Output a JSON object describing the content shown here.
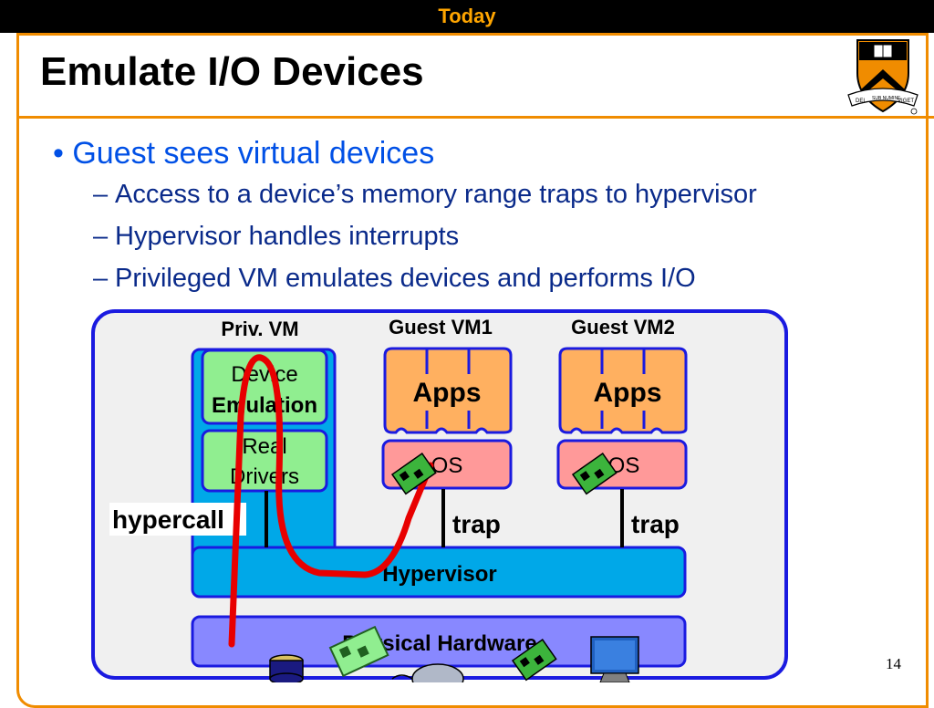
{
  "header": {
    "section": "Today"
  },
  "slide": {
    "title": "Emulate I/O Devices",
    "page_number": "14"
  },
  "bullets": {
    "main": "Guest sees virtual devices",
    "sub": [
      "Access to a device’s memory range traps to hypervisor",
      "Hypervisor handles interrupts",
      "Privileged VM emulates devices and performs I/O"
    ]
  },
  "diagram": {
    "priv_vm_label": "Priv. VM",
    "guest1_label": "Guest VM1",
    "guest2_label": "Guest VM2",
    "device_emulation": [
      "Device",
      "Emulation"
    ],
    "real_drivers": [
      "Real",
      "Drivers"
    ],
    "apps": "Apps",
    "os": "OS",
    "hypercall": "hypercall",
    "trap": "trap",
    "hypervisor": "Hypervisor",
    "physical_hardware": "Physical Hardware",
    "crest_text": [
      "DEI",
      "SUB NUMINE",
      "VIGET"
    ]
  },
  "colors": {
    "accent": "#f08c00",
    "title_text": "#000000",
    "bullet_main": "#0050e6",
    "bullet_sub": "#0a2a8a",
    "vm_blue": "#00a8e8",
    "device_green": "#90ee90",
    "apps_orange": "#ffb060",
    "os_pink": "#ff9999",
    "hardware_purple": "#8888ff",
    "path_red": "#e80000"
  }
}
